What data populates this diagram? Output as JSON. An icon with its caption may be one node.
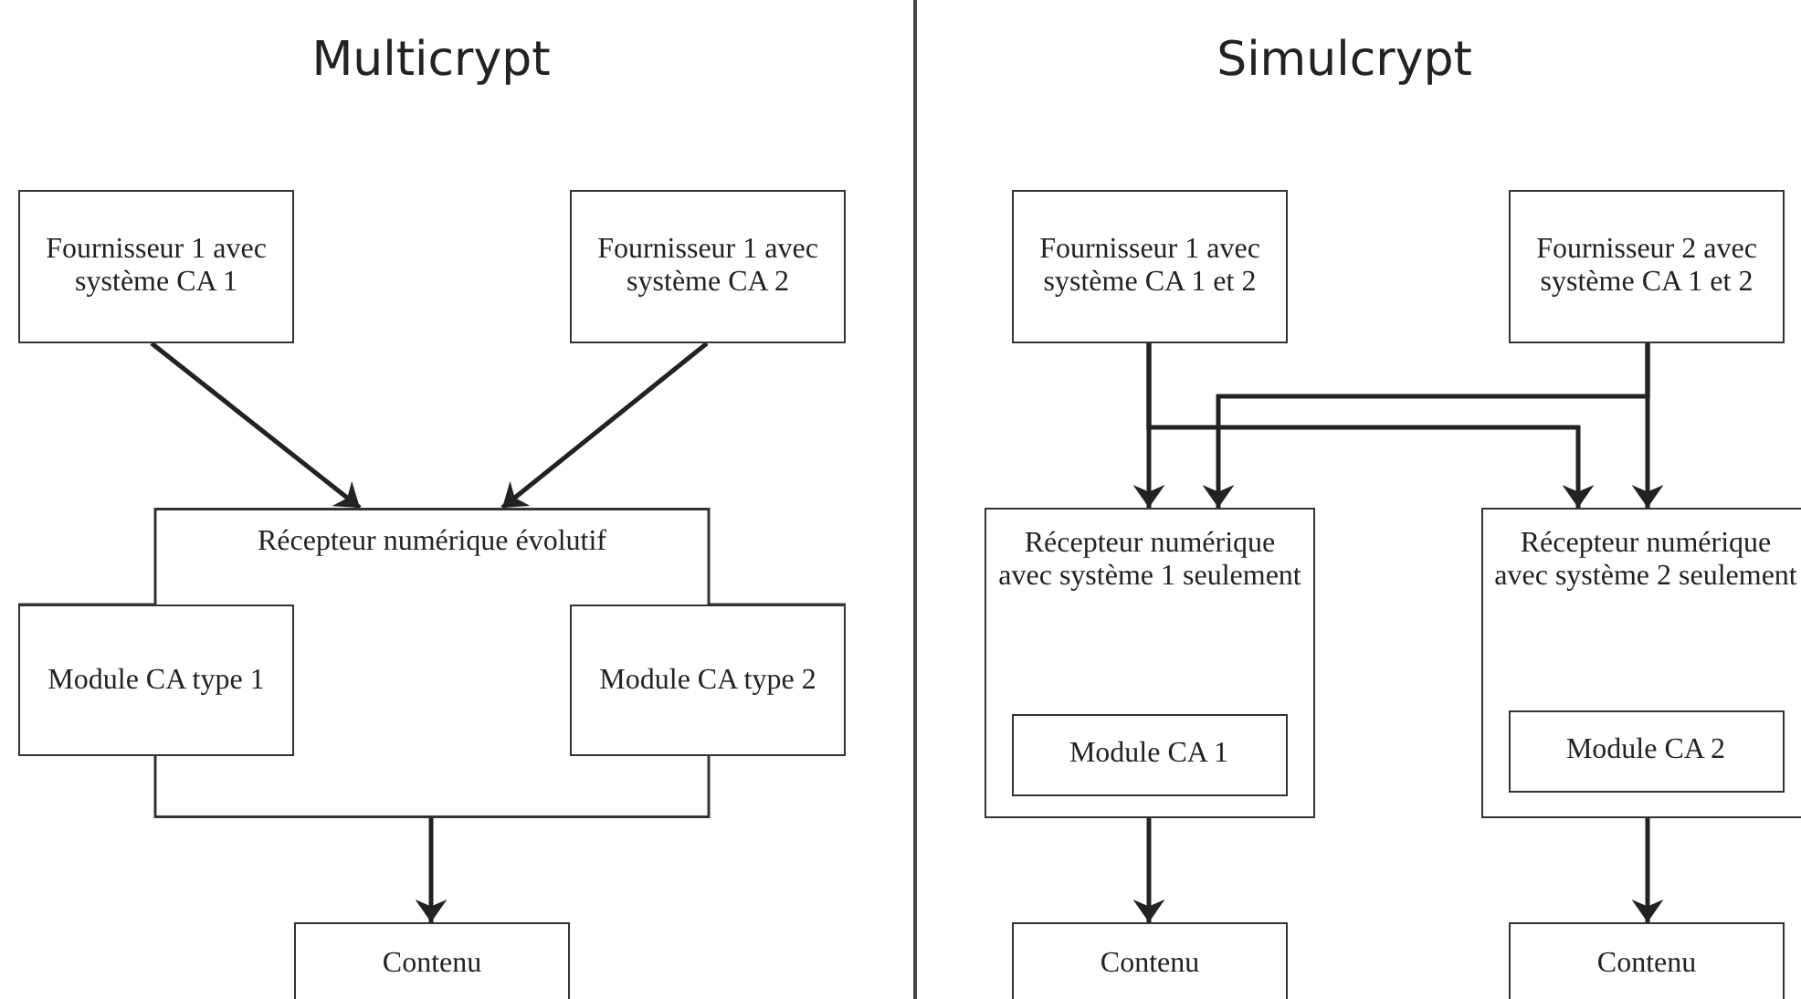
{
  "diagram": {
    "nodes": [
      {
        "text": [
          "Fournisseur 1 avec système CA 1"
        ]
      },
      {
        "text": [
          "Fournisseur 1 avec système CA 2"
        ]
      },
      {
        "text": [
          "Récepteur numérique évolutif"
        ]
      },
      {
        "text": [
          "Module CA type 1"
        ],
        "in": 2
      },
      {
        "text": [
          "Module CA type 2"
        ],
        "in": 2
      },
      {
        "text": [
          "Contenu"
        ]
      },
      {
        "text": [
          "Fournisseur 1 avec système CA 1 et 2"
        ]
      },
      {
        "text": [
          "Fournisseur 2 avec système CA 1 et 2"
        ]
      },
      {
        "text": [
          "Récepteur numérique avec système 1 seulement"
        ]
      },
      {
        "text": [
          "Module CA 1"
        ],
        "in": 8
      },
      {
        "text": [
          "Récepteur numérique avec système 2 seulement"
        ]
      },
      {
        "text": [
          "Module CA 2"
        ],
        "in": 10
      },
      {
        "text": [
          "Contenu"
        ]
      },
      {
        "text": [
          "Contenu"
        ]
      }
    ],
    "edges": [
      {
        "from": 0,
        "to": 2,
        "arrow": "to"
      },
      {
        "from": 1,
        "to": 2,
        "arrow": "to"
      },
      {
        "from": 2,
        "to": 5,
        "arrow": "to"
      },
      {
        "from": 6,
        "to": 8,
        "arrow": "to"
      },
      {
        "from": 6,
        "to": 10,
        "arrow": "to"
      },
      {
        "from": 7,
        "to": 10,
        "arrow": "to"
      },
      {
        "from": 7,
        "to": 8,
        "arrow": "to"
      },
      {
        "from": 8,
        "to": 12,
        "arrow": "to"
      },
      {
        "from": 10,
        "to": 13,
        "arrow": "to"
      }
    ],
    "labels": [
      "Multicrypt",
      "Simulcrypt"
    ]
  }
}
